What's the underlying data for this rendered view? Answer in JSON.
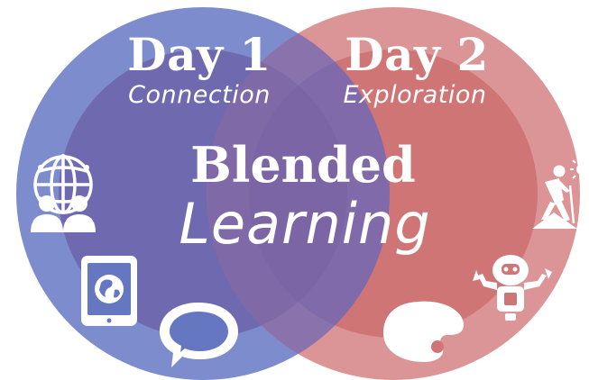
{
  "left_circle": {
    "title": "Day 1",
    "subtitle": "Connection",
    "icons": [
      "global-network-users-icon",
      "tablet-globe-icon",
      "speech-bubble-icon"
    ]
  },
  "right_circle": {
    "title": "Day 2",
    "subtitle": "Exploration",
    "icons": [
      "hiker-summit-icon",
      "robot-icon",
      "paint-palette-icon"
    ]
  },
  "center": {
    "title": "Blended",
    "subtitle": "Learning"
  },
  "colors": {
    "left_circle": "#6f7fc6",
    "left_inner": "#6475bf",
    "right_circle": "#d8888a",
    "right_inner": "#cc6e70",
    "overlap": "#7e6aa6",
    "text": "#ffffff"
  }
}
